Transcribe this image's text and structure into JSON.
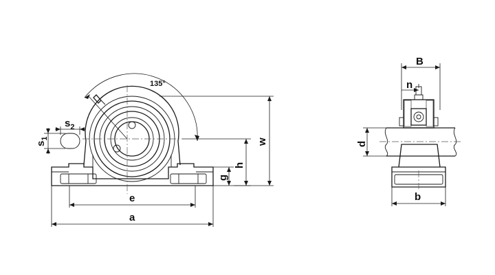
{
  "front_view": {
    "angle_label": "135°",
    "dim_e": "e",
    "dim_a": "a",
    "dim_h": "h",
    "dim_w": "w",
    "dim_g": "g",
    "dim_s1_main": "s",
    "dim_s1_sub": "1",
    "dim_s2_main": "s",
    "dim_s2_sub": "2"
  },
  "side_view": {
    "dim_B": "B",
    "dim_n": "n",
    "dim_d": "d",
    "dim_b": "b"
  }
}
